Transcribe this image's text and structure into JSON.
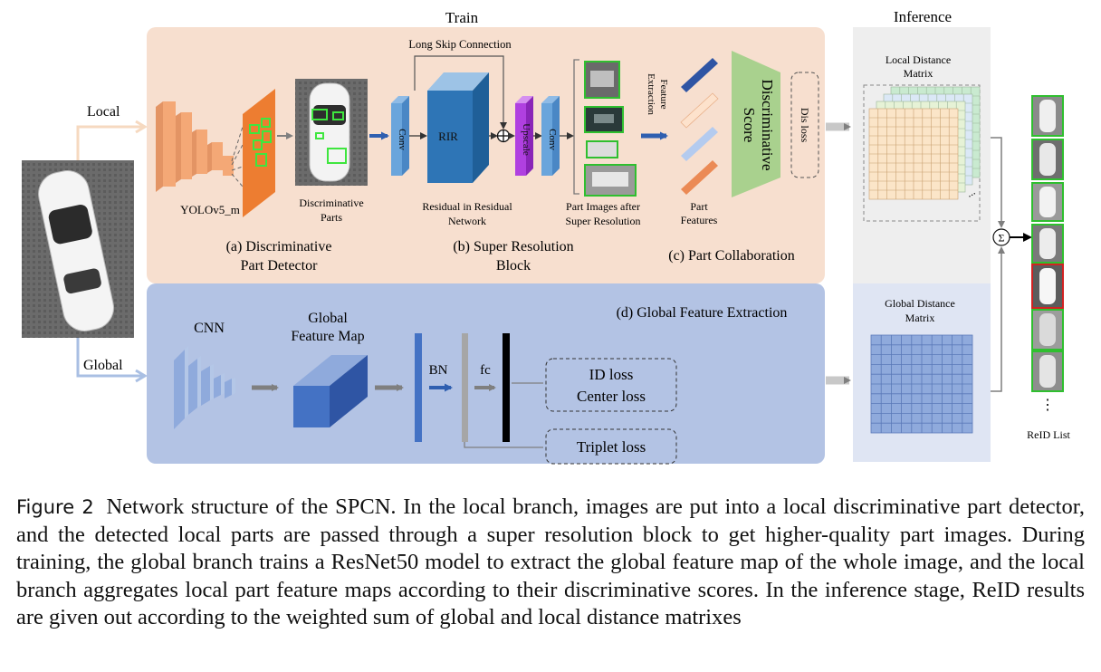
{
  "header": {
    "train": "Train",
    "inference": "Inference"
  },
  "branches": {
    "local": "Local",
    "global": "Global"
  },
  "detector": {
    "backbone": "YOLOv5_m",
    "parts_label": [
      "Discriminative",
      "Parts"
    ],
    "title": [
      "(a) Discriminative",
      "Part Detector"
    ]
  },
  "sr_block": {
    "skip": "Long Skip Connection",
    "conv": "Conv",
    "rir": "RIR",
    "upscale": "Upscale",
    "rir_caption": [
      "Residual in Residual",
      "Network"
    ],
    "parts_caption": [
      "Part Images after",
      "Super Resolution"
    ],
    "title": [
      "(b) Super Resolution",
      "Block"
    ]
  },
  "collab": {
    "extraction": [
      "Feature",
      "Extraction"
    ],
    "part_features": [
      "Part",
      "Features"
    ],
    "score": [
      "Discriminative",
      "Score"
    ],
    "dis_loss": "Dis loss",
    "title": "(c) Part Collaboration"
  },
  "global_branch": {
    "title": "(d) Global Feature Extraction",
    "cnn": "CNN",
    "feature_map": [
      "Global",
      "Feature Map"
    ],
    "bn": "BN",
    "fc": "fc",
    "losses": [
      "ID loss",
      "Center loss"
    ],
    "triplet": "Triplet loss"
  },
  "inference": {
    "local_matrix": [
      "Local Distance",
      "Matrix"
    ],
    "global_matrix": [
      "Global Distance",
      "Matrix"
    ],
    "sum_symbol": "Σ",
    "reid_list": "ReID List",
    "ellipsis": "⋮"
  },
  "caption": {
    "figure": "Figure 2",
    "text": "Network structure of the SPCN. In the local branch, images are put into a local discriminative part detector, and the detected local parts are passed through a super resolution block to get higher-quality part images. During training, the global branch trains a ResNet50 model to extract the global feature map of the whole image, and the local branch aggregates local part feature maps according to their discriminative scores. In the inference stage, ReID results are given out according to the weighted sum of global and local distance matrixes"
  },
  "colors": {
    "train_local_bg": "#f7dfcf",
    "train_global_bg": "#b3c3e4",
    "inference_bg": "#eeeeee",
    "detector_orange": "#f4a876",
    "conv_blue": "#5b9bd5",
    "rir_blue": "#2e75b6",
    "upscale_purple": "#b040e0",
    "score_green": "#a9d18e",
    "grid_local": "#fbe5c8",
    "grid_global": "#8faadc"
  }
}
